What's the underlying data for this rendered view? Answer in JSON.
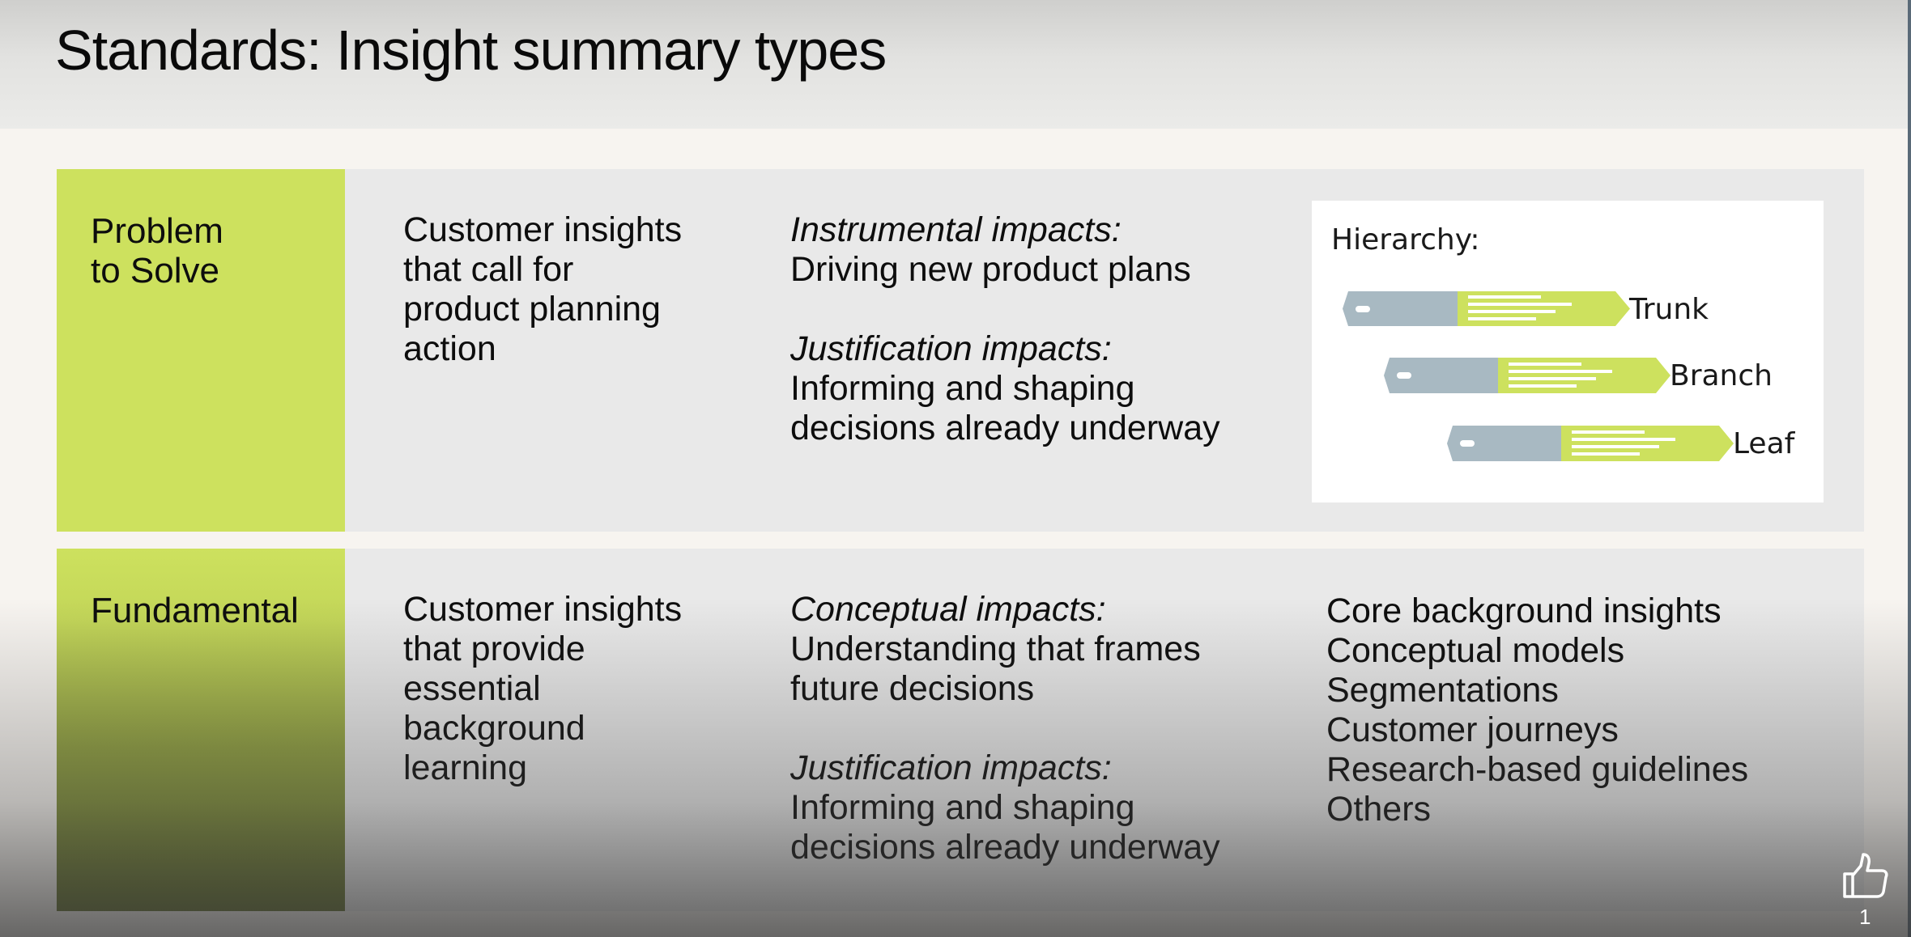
{
  "slide": {
    "title": "Standards: Insight summary types"
  },
  "rows": [
    {
      "label": "Problem\nto Solve",
      "description": "Customer insights\nthat call for\nproduct planning\naction",
      "impacts": [
        {
          "heading": "Instrumental impacts:",
          "body": "Driving new product plans"
        },
        {
          "heading": "Justification impacts:",
          "body": "Informing and shaping\ndecisions already underway"
        }
      ],
      "hierarchy": {
        "title": "Hierarchy:",
        "levels": [
          "Trunk",
          "Branch",
          "Leaf"
        ],
        "colors": {
          "tag_body": "#a8b9c2",
          "tag_tip": "#cde15e",
          "text_lines": "#ffffff"
        }
      }
    },
    {
      "label": "Fundamental",
      "description": "Customer insights\nthat provide\nessential\nbackground\nlearning",
      "impacts": [
        {
          "heading": "Conceptual impacts:",
          "body": "Understanding that frames\nfuture decisions"
        },
        {
          "heading": "Justification impacts:",
          "body": "Informing and shaping\ndecisions already underway"
        }
      ],
      "examples": [
        "Core background insights",
        "Conceptual models",
        "Segmentations",
        "Customer journeys",
        "Research-based guidelines",
        "Others"
      ]
    }
  ],
  "reactions": {
    "icon": "thumbs-up-icon",
    "count": "1"
  },
  "colors": {
    "accent": "#cde15e",
    "row_background": "#e9e9e9"
  }
}
